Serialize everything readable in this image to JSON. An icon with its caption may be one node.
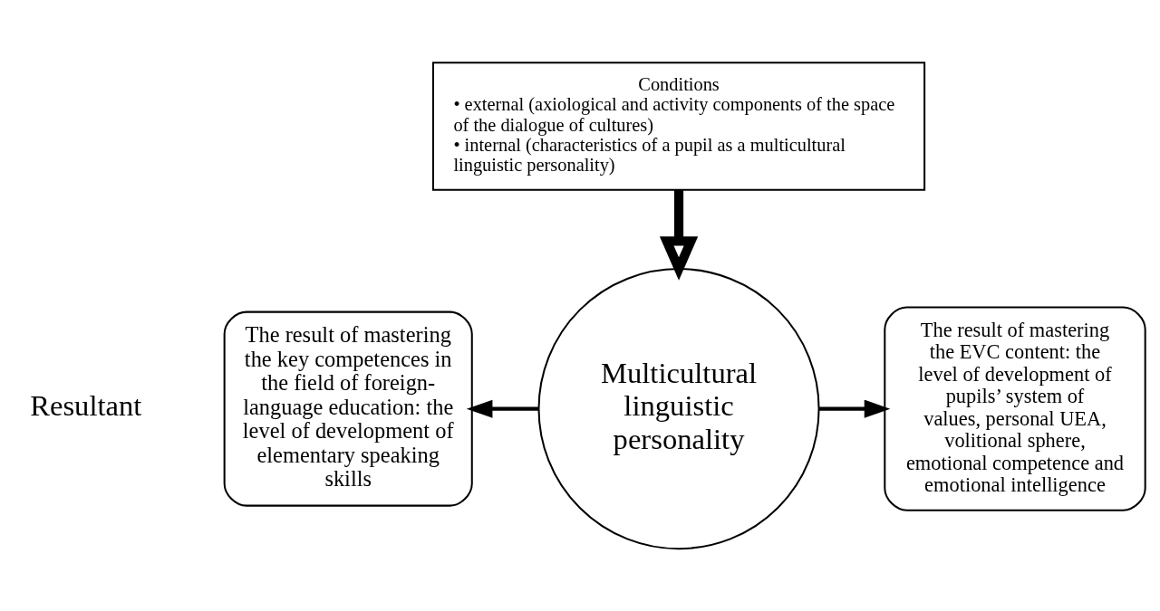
{
  "diagram": {
    "nodes": [
      {
        "text": [
          "Conditions",
          "• external (axiological and activity components of the space of the dialogue of cultures)",
          "• internal (characteristics of a pupil as a multicultural linguistic personality)"
        ]
      },
      {
        "text": [
          "The result of mastering the key competences in the field of foreign-language education: the level of development of elementary speaking skills"
        ]
      },
      {
        "text": [
          "Multicultural linguistic personality"
        ]
      },
      {
        "text": [
          "The result of mastering the EVC content: the level of development of pupils’ system of values, personal UEA, volitional sphere, emotional competence and emotional intelligence"
        ]
      }
    ],
    "edges": [
      {
        "from": 0,
        "to": 2,
        "arrow": "to",
        "style": "thick"
      },
      {
        "from": 2,
        "to": 1,
        "arrow": "to"
      },
      {
        "from": 2,
        "to": 3,
        "arrow": "to"
      }
    ],
    "labels": [
      "Resultant"
    ]
  }
}
